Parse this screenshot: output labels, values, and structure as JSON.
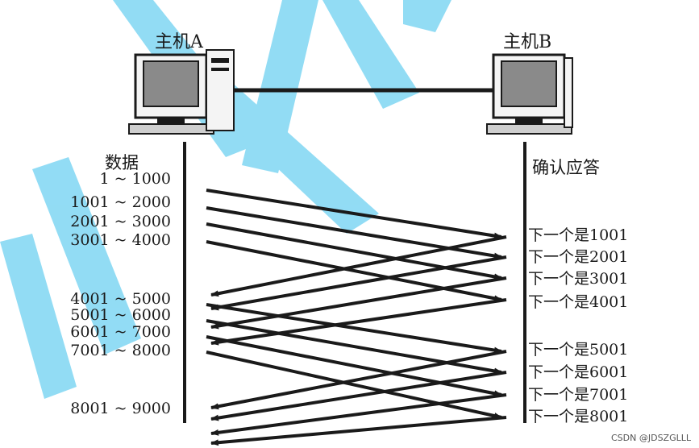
{
  "hosts": {
    "a": "主机A",
    "b": "主机B"
  },
  "columns": {
    "data": "数据",
    "ack": "确认应答"
  },
  "segments": [
    "1 ~ 1000",
    "1001 ~ 2000",
    "2001 ~ 3000",
    "3001 ~ 4000",
    "4001 ~ 5000",
    "5001 ~ 6000",
    "6001 ~ 7000",
    "7001 ~ 8000",
    "8001 ~ 9000"
  ],
  "acks": [
    "下一个是1001",
    "下一个是2001",
    "下一个是3001",
    "下一个是4001",
    "下一个是5001",
    "下一个是6001",
    "下一个是7001",
    "下一个是8001"
  ],
  "watermark": "CSDN @JDSZGLLL",
  "colors": {
    "ink": "#1a1a1a",
    "overlay": "#7fd6f3"
  }
}
